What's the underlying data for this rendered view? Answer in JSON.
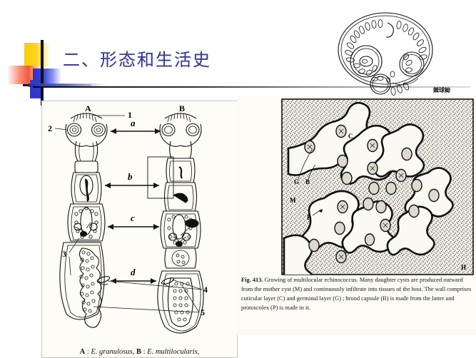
{
  "slide": {
    "title": "二、形态和生活史",
    "background_color": "#ffffff",
    "title_color": "#3a3d96",
    "decoration": {
      "yellow": "#ffcc00",
      "blue": "#2f3ac9",
      "red": "#f0503a",
      "line": "#111111"
    }
  },
  "left_figure": {
    "name": "echinococcus-adult-comparison",
    "panel_a_label": "A",
    "panel_b_label": "B",
    "numeric_labels": [
      "1",
      "2",
      "3",
      "4",
      "5"
    ],
    "measure_labels": [
      "a",
      "b",
      "c",
      "d"
    ],
    "caption_a_tag": "A",
    "caption_a_sep": " : ",
    "caption_a_species": "E. granulosus",
    "caption_b_tag": "B",
    "caption_b_sep": " : ",
    "caption_b_species": "E. multilocularis",
    "caption_trailing": ","
  },
  "right_figure": {
    "name": "multilocular-echinococcus-growth",
    "labels": {
      "cuticular_layer": "C",
      "germinal_layer": "G",
      "brood_capsule": "B",
      "mother_cyst": "M",
      "protoscolex": "P",
      "corner_mark": "H"
    },
    "caption_figure_number": "Fig. 413.",
    "caption_text": "Growing of multilocular echinococcus.  Many daughter cysts are produced outward from the mother cyst (M) and continuously infiltrate into tissues of the host.  The wall comprises cuticular layer (C) and germinal layer (G) ; brood capsule (B) is made from the latter and protoscolex (P) is made in it."
  },
  "top_inset": {
    "name": "hydatid-cyst-diagram",
    "chinese_label": "棘球蚴"
  }
}
